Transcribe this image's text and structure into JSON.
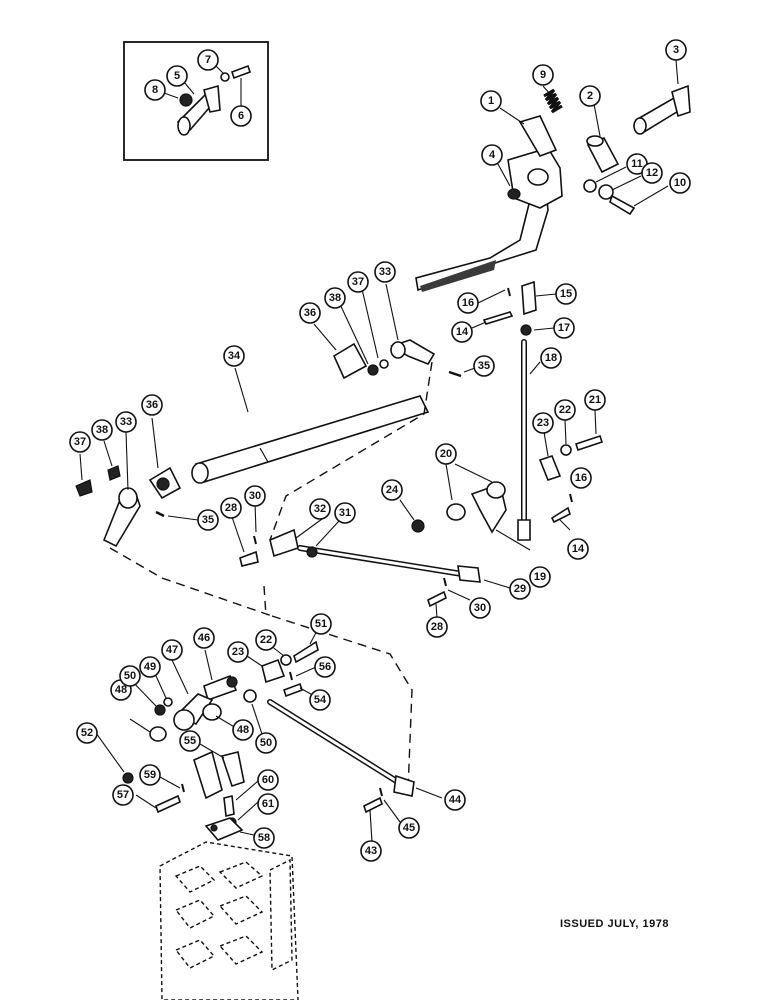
{
  "footer": {
    "issued": "ISSUED JULY, 1978"
  },
  "callouts": {
    "c1": "1",
    "c2": "2",
    "c3": "3",
    "c4": "4",
    "c5": "5",
    "c6": "6",
    "c7": "7",
    "c8": "8",
    "c9": "9",
    "c10": "10",
    "c11": "11",
    "c12": "12",
    "c14a": "14",
    "c14b": "14",
    "c15": "15",
    "c16a": "16",
    "c16b": "16",
    "c17": "17",
    "c18": "18",
    "c19": "19",
    "c20": "20",
    "c21": "21",
    "c22a": "22",
    "c22b": "22",
    "c23a": "23",
    "c23b": "23",
    "c24": "24",
    "c28a": "28",
    "c28b": "28",
    "c29": "29",
    "c30a": "30",
    "c30b": "30",
    "c31": "31",
    "c32": "32",
    "c33a": "33",
    "c33b": "33",
    "c34": "34",
    "c35a": "35",
    "c35b": "35",
    "c36a": "36",
    "c36b": "36",
    "c37a": "37",
    "c37b": "37",
    "c38a": "38",
    "c38b": "38",
    "c43": "43",
    "c44": "44",
    "c45": "45",
    "c46": "46",
    "c47": "47",
    "c48a": "48",
    "c48b": "48",
    "c49": "49",
    "c50a": "50",
    "c50b": "50",
    "c51": "51",
    "c52": "52",
    "c54": "54",
    "c55": "55",
    "c56": "56",
    "c57": "57",
    "c58": "58",
    "c59": "59",
    "c60": "60",
    "c61": "61"
  }
}
